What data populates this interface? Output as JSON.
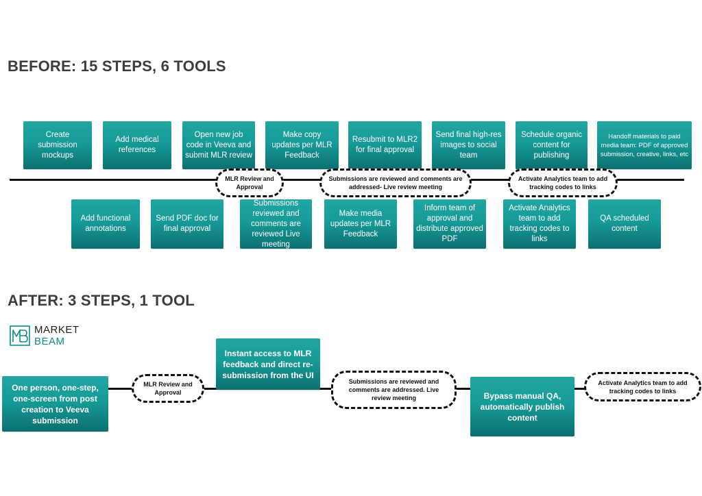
{
  "before": {
    "heading": "BEFORE: 15 STEPS, 6 TOOLS",
    "top_steps": [
      "Create submission mockups",
      "Add medical references",
      "Open new job code in Veeva and submit MLR review",
      "Make copy updates per MLR Feedback",
      "Resubmit to MLR2 for final approval",
      "Send final high-res images to social team",
      "Schedule organic content for publishing",
      "Handoff materials to paid media team: PDF of approved submission, creative, links, etc"
    ],
    "bottom_steps": [
      "Add functional annotations",
      "Send PDF doc for final approval",
      "Submissions reviewed and comments are reviewed Live meeting",
      "Make media updates per MLR Feedback",
      "Inform team of approval and distribute approved PDF",
      "Activate Analytics team to add tracking codes to links",
      "QA scheduled content"
    ],
    "milestones": [
      "MLR Review and Approval",
      "Submissions are reviewed and comments are addressed- Live review meeting",
      "Activate Analytics team to add tracking codes to links"
    ]
  },
  "after": {
    "heading": "AFTER: 3 STEPS, 1 TOOL",
    "logo": {
      "line1": "MARKET",
      "line2": "BEAM",
      "mark_letters": "MB",
      "colors": {
        "mark": "#0d8a8c",
        "text": "#1d1d1d"
      }
    },
    "steps": [
      "One person, one-step, one-screen from post creation to Veeva submission",
      "Instant access to MLR feedback and direct re-submission from the UI",
      "Bypass manual QA, automatically publish content"
    ],
    "milestones": [
      "MLR Review and Approval",
      "Submissions are reviewed and comments are addressed. Live review meeting",
      "Activate Analytics team to add tracking codes to links"
    ]
  },
  "colors": {
    "box_top": "#22a5a3",
    "box_bottom": "#0c6f72",
    "line": "#111111",
    "heading": "#3d3d3d"
  }
}
